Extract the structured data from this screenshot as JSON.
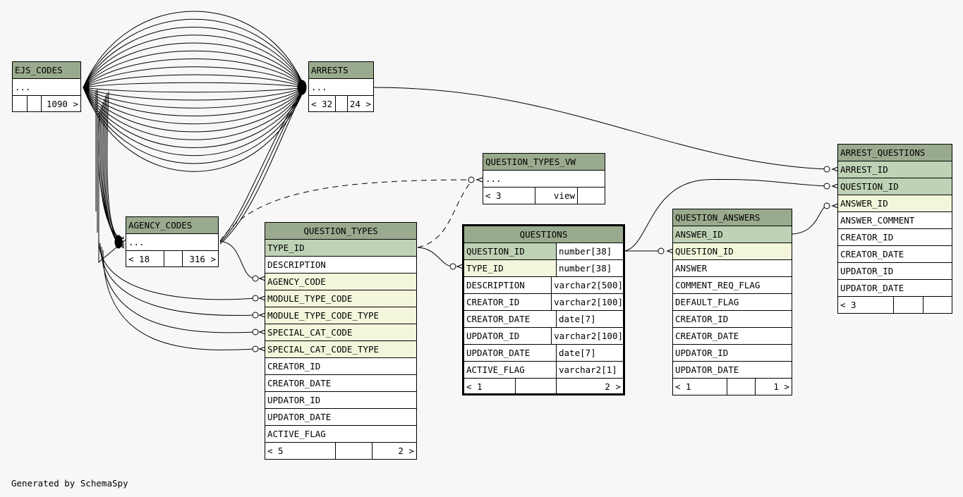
{
  "tables": {
    "ejs_codes": {
      "name": "EJS_CODES",
      "rows": [
        "..."
      ],
      "footer": [
        "",
        "",
        "1090 >"
      ]
    },
    "arrests": {
      "name": "ARRESTS",
      "rows": [
        "..."
      ],
      "footer": [
        "< 32",
        "",
        "24 >"
      ]
    },
    "agency_codes": {
      "name": "AGENCY_CODES",
      "rows": [
        "..."
      ],
      "footer": [
        "< 18",
        "",
        "316 >"
      ]
    },
    "question_types_vw": {
      "name": "QUESTION_TYPES_VW",
      "rows": [
        "..."
      ],
      "footer": [
        "< 3",
        "view",
        ""
      ]
    },
    "question_types": {
      "name": "QUESTION_TYPES",
      "columns": [
        "TYPE_ID",
        "DESCRIPTION",
        "AGENCY_CODE",
        "MODULE_TYPE_CODE",
        "MODULE_TYPE_CODE_TYPE",
        "SPECIAL_CAT_CODE",
        "SPECIAL_CAT_CODE_TYPE",
        "CREATOR_ID",
        "CREATOR_DATE",
        "UPDATOR_ID",
        "UPDATOR_DATE",
        "ACTIVE_FLAG"
      ],
      "footer": [
        "< 5",
        "",
        "2 >"
      ]
    },
    "questions": {
      "name": "QUESTIONS",
      "columns": [
        {
          "name": "QUESTION_ID",
          "type": "number[38]"
        },
        {
          "name": "TYPE_ID",
          "type": "number[38]"
        },
        {
          "name": "DESCRIPTION",
          "type": "varchar2[500]"
        },
        {
          "name": "CREATOR_ID",
          "type": "varchar2[100]"
        },
        {
          "name": "CREATOR_DATE",
          "type": "date[7]"
        },
        {
          "name": "UPDATOR_ID",
          "type": "varchar2[100]"
        },
        {
          "name": "UPDATOR_DATE",
          "type": "date[7]"
        },
        {
          "name": "ACTIVE_FLAG",
          "type": "varchar2[1]"
        }
      ],
      "footer": [
        "< 1",
        "",
        "2 >"
      ]
    },
    "question_answers": {
      "name": "QUESTION_ANSWERS",
      "columns": [
        "ANSWER_ID",
        "QUESTION_ID",
        "ANSWER",
        "COMMENT_REQ_FLAG",
        "DEFAULT_FLAG",
        "CREATOR_ID",
        "CREATOR_DATE",
        "UPDATOR_ID",
        "UPDATOR_DATE"
      ],
      "footer": [
        "< 1",
        "",
        "1 >"
      ]
    },
    "arrest_questions": {
      "name": "ARREST_QUESTIONS",
      "columns": [
        "ARREST_ID",
        "QUESTION_ID",
        "ANSWER_ID",
        "ANSWER_COMMENT",
        "CREATOR_ID",
        "CREATOR_DATE",
        "UPDATOR_ID",
        "UPDATOR_DATE"
      ],
      "footer": [
        "< 3",
        "",
        ""
      ]
    }
  },
  "credit": "Generated by SchemaSpy",
  "colors": {
    "header": "#9aaa8e",
    "primary_key": "#bfd2b5",
    "foreign_key": "#f4f6dc",
    "background": "#f7f7f7"
  }
}
